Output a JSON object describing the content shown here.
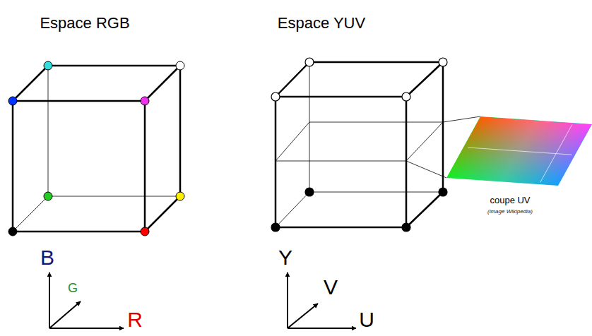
{
  "diagram": {
    "labels": [
      "Espace RGB",
      "Espace YUV",
      "coupe UV",
      "(image Wikipedia)",
      "B",
      "G",
      "R",
      "Y",
      "V",
      "U"
    ]
  }
}
